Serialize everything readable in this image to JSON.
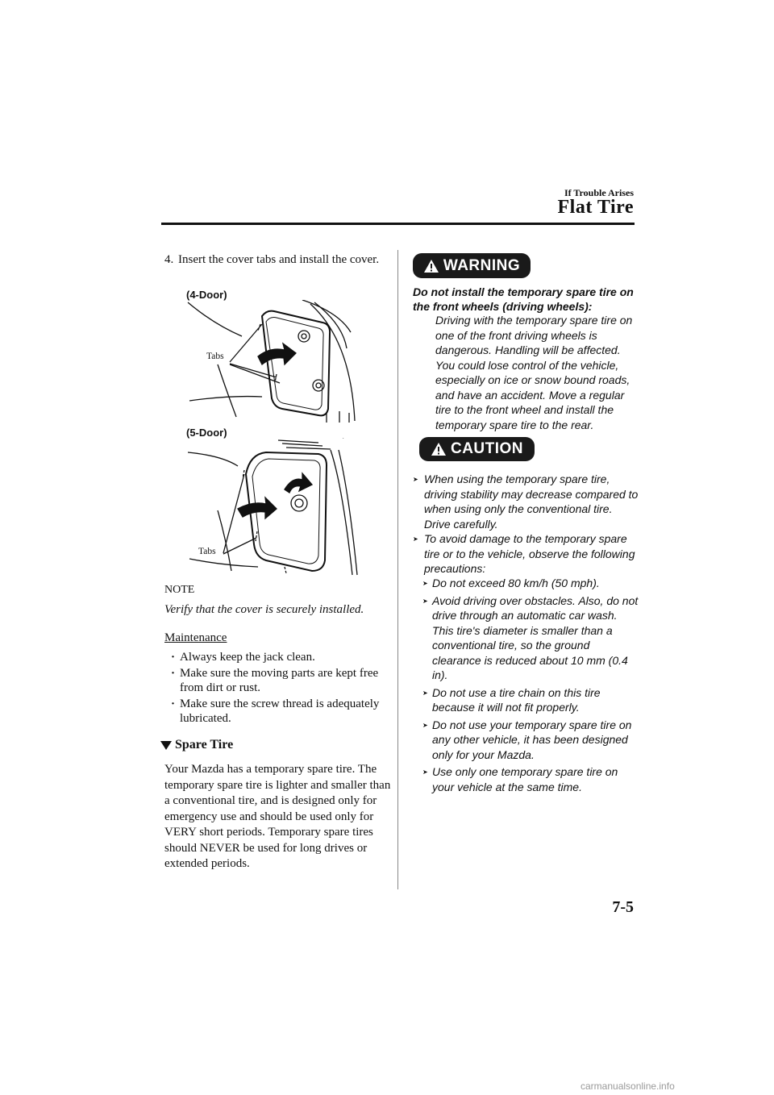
{
  "header": {
    "section": "If Trouble Arises",
    "chapter": "Flat Tire"
  },
  "left": {
    "step_number": "4.",
    "step_text": "Insert the cover tabs and install the cover.",
    "figure1_label": "(4-Door)",
    "figure1_tabs": "Tabs",
    "figure2_label": "(5-Door)",
    "figure2_tabs": "Tabs",
    "note_title": "NOTE",
    "note_text": "Verify that the cover is securely installed.",
    "maintenance_title": "Maintenance",
    "maintenance_items": [
      "Always keep the jack clean.",
      "Make sure the moving parts are kept free from dirt or rust.",
      "Make sure the screw thread is adequately lubricated."
    ],
    "spare_heading": "Spare Tire",
    "spare_paragraph": "Your Mazda has a temporary spare tire. The temporary spare tire is lighter and smaller than a conventional tire, and is designed only for emergency use and should be used only for VERY short periods. Temporary spare tires should NEVER be used for long drives or extended periods."
  },
  "right": {
    "warning_label": "WARNING",
    "warning_bold": "Do not install the temporary spare tire on the front wheels (driving wheels):",
    "warning_body": "Driving with the temporary spare tire on one of the front driving wheels is dangerous. Handling will be affected. You could lose control of the vehicle, especially on ice or snow bound roads, and have an accident. Move a regular tire to the front wheel and install the temporary spare tire to the rear.",
    "caution_label": "CAUTION",
    "caution_items": [
      "When using the temporary spare tire, driving stability may decrease compared to when using only the conventional tire. Drive carefully.",
      "To avoid damage to the temporary spare tire or to the vehicle, observe the following precautions:"
    ],
    "caution_subitems": [
      "Do not exceed 80 km/h (50 mph).",
      "Avoid driving over obstacles. Also, do not drive through an automatic car wash. This tire's diameter is smaller than a conventional tire, so the ground clearance is reduced about 10 mm (0.4 in).",
      "Do not use a tire chain on this tire because it will not fit properly.",
      "Do not use your temporary spare tire on any other vehicle, it has been designed only for your Mazda.",
      "Use only one temporary spare tire on your vehicle at the same time."
    ]
  },
  "footer": {
    "page_number": "7-5",
    "watermark": "carmanualsonline.info"
  }
}
